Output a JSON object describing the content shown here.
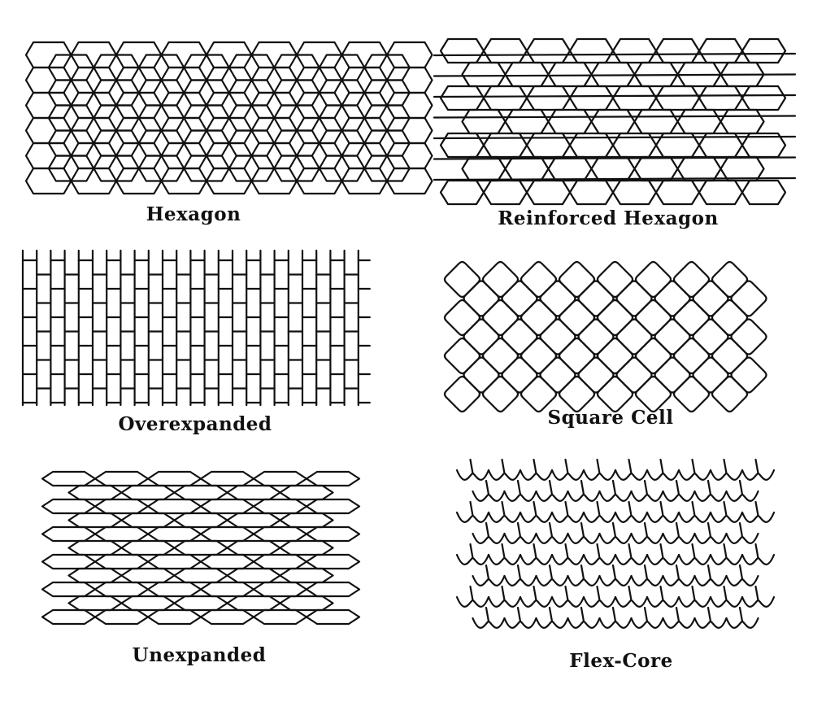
{
  "panels": [
    {
      "id": "hexagon",
      "label": "Hexagon",
      "pattern": "regular hexagonal cells"
    },
    {
      "id": "reinforced-hexagon",
      "label": "Reinforced Hexagon",
      "pattern": "hexagonal cells with reinforcing strips"
    },
    {
      "id": "overexpanded",
      "label": "Overexpanded",
      "pattern": "rectangular brick-like cells"
    },
    {
      "id": "square-cell",
      "label": "Square Cell",
      "pattern": "diamond cells"
    },
    {
      "id": "unexpanded",
      "label": "Unexpanded",
      "pattern": "flattened hexagonal cells"
    },
    {
      "id": "flex-core",
      "label": "Flex-Core",
      "pattern": "curved flexible cells"
    }
  ],
  "colors": {
    "line": "#111111",
    "background": "#ffffff"
  }
}
